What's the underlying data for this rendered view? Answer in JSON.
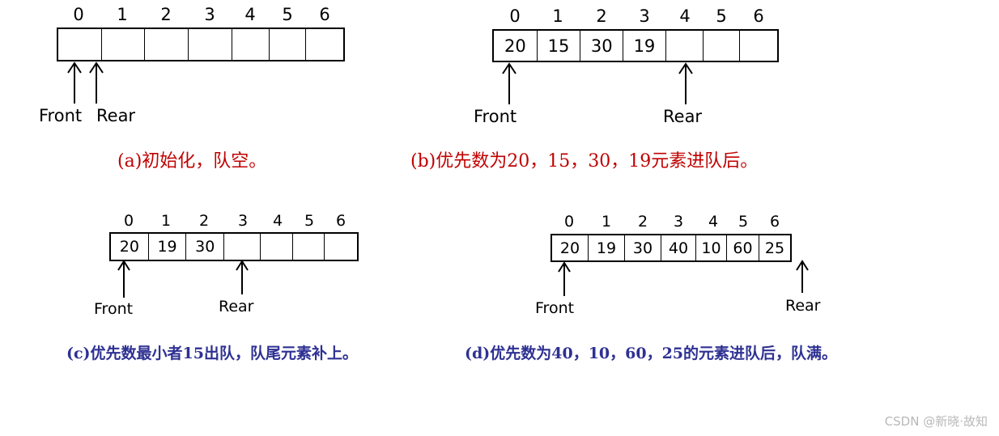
{
  "diagrams": [
    {
      "id": "a",
      "indices": [
        "0",
        "1",
        "2",
        "3",
        "4",
        "5",
        "6"
      ],
      "cells": [
        "",
        "",
        "",
        "",
        "",
        "",
        ""
      ],
      "front_label": "Front",
      "rear_label": "Rear",
      "front_slot": 0,
      "rear_slot": 0,
      "caption": "(a)初始化，队空。"
    },
    {
      "id": "b",
      "indices": [
        "0",
        "1",
        "2",
        "3",
        "4",
        "5",
        "6"
      ],
      "cells": [
        "20",
        "15",
        "30",
        "19",
        "",
        "",
        ""
      ],
      "front_label": "Front",
      "rear_label": "Rear",
      "front_slot": 0,
      "rear_slot": 4,
      "caption": "(b)优先数为20，15，30，19元素进队后。"
    },
    {
      "id": "c",
      "indices": [
        "0",
        "1",
        "2",
        "3",
        "4",
        "5",
        "6"
      ],
      "cells": [
        "20",
        "19",
        "30",
        "",
        "",
        "",
        ""
      ],
      "front_label": "Front",
      "rear_label": "Rear",
      "front_slot": 0,
      "rear_slot": 3,
      "caption": "(c)优先数最小者15出队，队尾元素补上。"
    },
    {
      "id": "d",
      "indices": [
        "0",
        "1",
        "2",
        "3",
        "4",
        "5",
        "6"
      ],
      "cells": [
        "20",
        "19",
        "30",
        "40",
        "10",
        "60",
        "25"
      ],
      "front_label": "Front",
      "rear_label": "Rear",
      "front_slot": 0,
      "rear_slot": 7,
      "caption": "(d)优先数为40，10，60，25的元素进队后，队满。"
    }
  ],
  "watermark": "CSDN @新晓·故知"
}
